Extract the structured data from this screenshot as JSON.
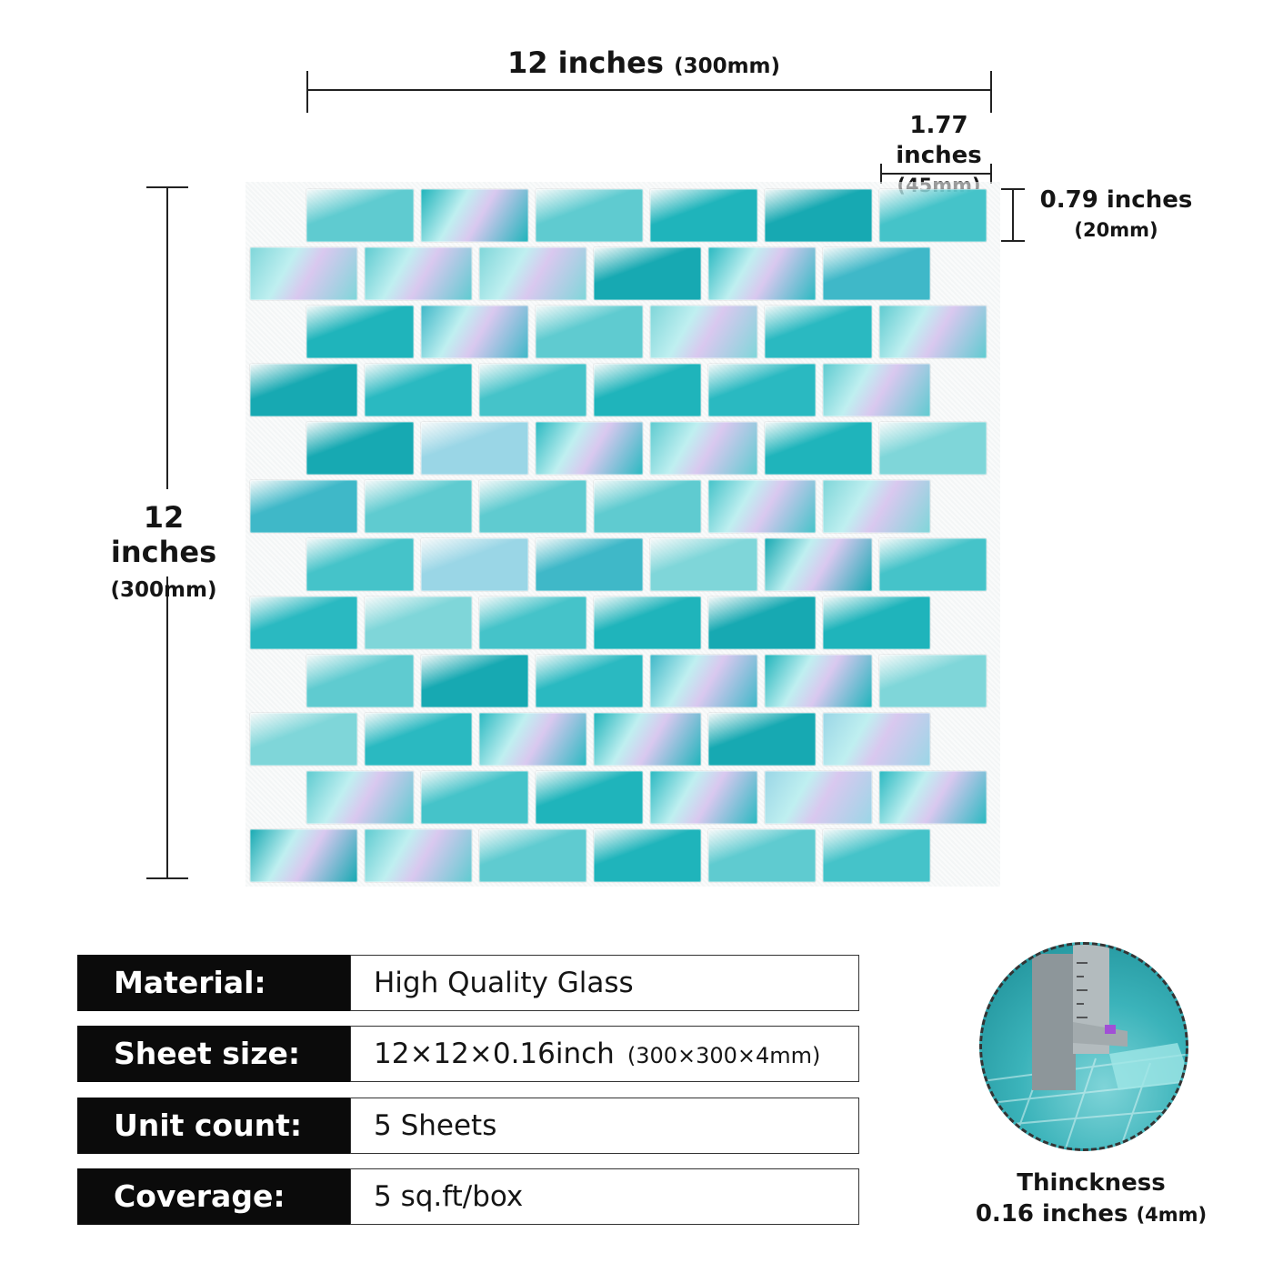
{
  "dimensions": {
    "width": {
      "main": "12 inches",
      "sub": "(300mm)"
    },
    "height": {
      "main": "12 inches",
      "sub": "(300mm)"
    },
    "tile_length": {
      "main": "1.77 inches",
      "sub": "(45mm)"
    },
    "tile_height": {
      "main": "0.79 inches",
      "sub": "(20mm)"
    }
  },
  "specs": [
    {
      "label": "Material:",
      "value": "High Quality Glass",
      "extra": ""
    },
    {
      "label": "Sheet size:",
      "value": "12×12×0.16inch",
      "extra": "(300×300×4mm)"
    },
    {
      "label": "Unit count:",
      "value": "5 Sheets",
      "extra": ""
    },
    {
      "label": "Coverage:",
      "value": "5 sq.ft/box",
      "extra": ""
    }
  ],
  "thickness": {
    "title": "Thinckness",
    "value": "0.16 inches",
    "sub": "(4mm)"
  },
  "colors": {
    "tile_palette": [
      "#1fb4bb",
      "#2ab9c1",
      "#45c3c9",
      "#5fcbd0",
      "#17a9b2",
      "#7fd6d9",
      "#9ad6e6",
      "#3fb8c8"
    ],
    "label_bg": "#0b0b0b"
  }
}
